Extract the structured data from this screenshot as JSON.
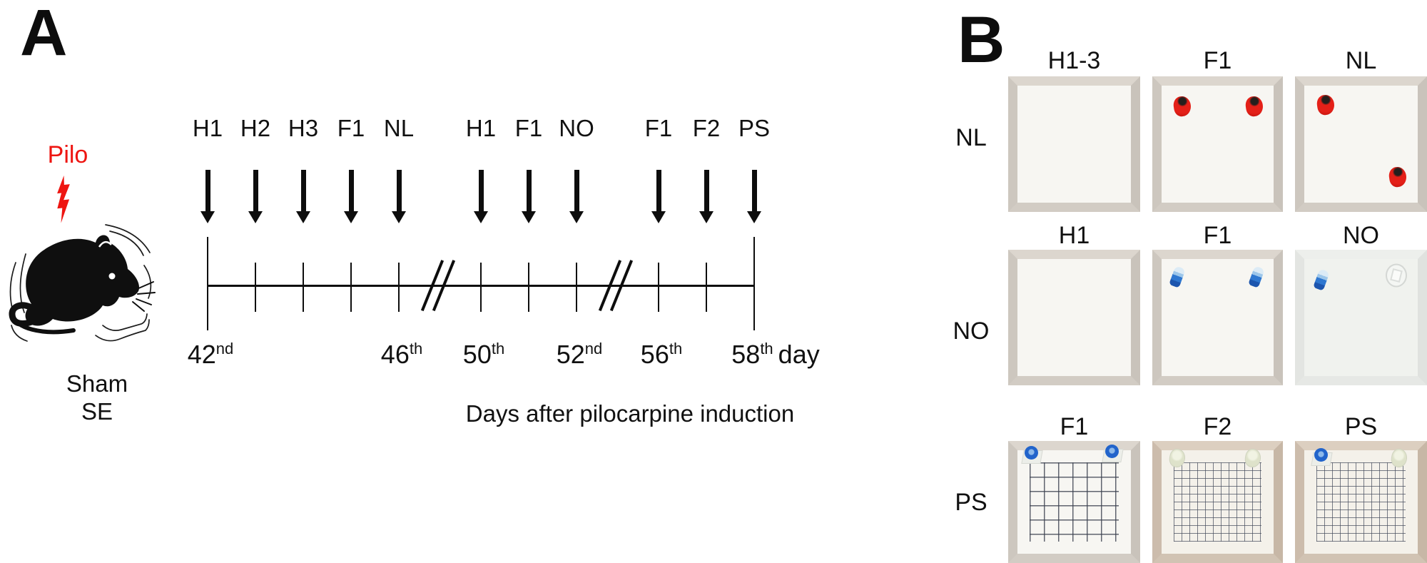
{
  "panel_a": {
    "label": "A",
    "pilo_label": "Pilo",
    "subject_lines": [
      "Sham",
      "SE"
    ],
    "axis_caption": "Days after pilocarpine induction",
    "colors": {
      "accent_red": "#ee1511",
      "ink": "#111111"
    },
    "timeline": {
      "groups": [
        [
          "H1",
          "H2",
          "H3",
          "F1",
          "NL"
        ],
        [
          "H1",
          "F1",
          "NO"
        ],
        [
          "F1",
          "F2",
          "PS"
        ]
      ],
      "day_markers": [
        {
          "event_index": 0,
          "number": "42",
          "suffix": "nd",
          "trailing": ""
        },
        {
          "event_index": 4,
          "number": "46",
          "suffix": "th",
          "trailing": ""
        },
        {
          "event_index": 5,
          "number": "50",
          "suffix": "th",
          "trailing": ""
        },
        {
          "event_index": 7,
          "number": "52",
          "suffix": "nd",
          "trailing": ""
        },
        {
          "event_index": 8,
          "number": "56",
          "suffix": "th",
          "trailing": ""
        },
        {
          "event_index": 10,
          "number": "58",
          "suffix": "th",
          "trailing": "day"
        }
      ]
    }
  },
  "panel_b": {
    "label": "B",
    "rows": [
      {
        "row_label": "NL",
        "cells": [
          {
            "header": "H1-3",
            "floor": "plain",
            "tone": "warm",
            "objects": []
          },
          {
            "header": "F1",
            "floor": "plain",
            "tone": "warm",
            "objects": [
              {
                "type": "red-ball",
                "x": 23,
                "y": 22
              },
              {
                "type": "red-ball",
                "x": 78,
                "y": 22
              }
            ]
          },
          {
            "header": "NL",
            "floor": "plain",
            "tone": "warm",
            "objects": [
              {
                "type": "red-ball",
                "x": 23,
                "y": 21
              },
              {
                "type": "red-ball",
                "x": 78,
                "y": 74
              }
            ]
          }
        ]
      },
      {
        "row_label": "NO",
        "cells": [
          {
            "header": "H1",
            "floor": "plain",
            "tone": "warm",
            "objects": []
          },
          {
            "header": "F1",
            "floor": "plain",
            "tone": "warm",
            "objects": [
              {
                "type": "blue-vial",
                "x": 19,
                "y": 20
              },
              {
                "type": "blue-vial",
                "x": 80,
                "y": 20
              }
            ]
          },
          {
            "header": "NO",
            "floor": "plain",
            "tone": "cool",
            "objects": [
              {
                "type": "blue-vial",
                "x": 20,
                "y": 22
              },
              {
                "type": "clear-jar",
                "x": 77,
                "y": 19
              }
            ]
          }
        ]
      },
      {
        "row_label": "PS",
        "cells": [
          {
            "header": "F1",
            "floor": "grid-coarse",
            "tone": "warm",
            "objects": [
              {
                "type": "blue-cap",
                "x": 18,
                "y": 11
              },
              {
                "type": "blue-cap",
                "x": 79,
                "y": 10
              }
            ]
          },
          {
            "header": "F2",
            "floor": "grid-fine",
            "tone": "beige",
            "objects": [
              {
                "type": "pale-ball",
                "x": 19,
                "y": 14
              },
              {
                "type": "pale-ball",
                "x": 77,
                "y": 14
              }
            ]
          },
          {
            "header": "PS",
            "floor": "grid-fine",
            "tone": "beige",
            "objects": [
              {
                "type": "blue-cap",
                "x": 20,
                "y": 13
              },
              {
                "type": "pale-ball",
                "x": 79,
                "y": 14
              }
            ]
          }
        ]
      }
    ]
  }
}
